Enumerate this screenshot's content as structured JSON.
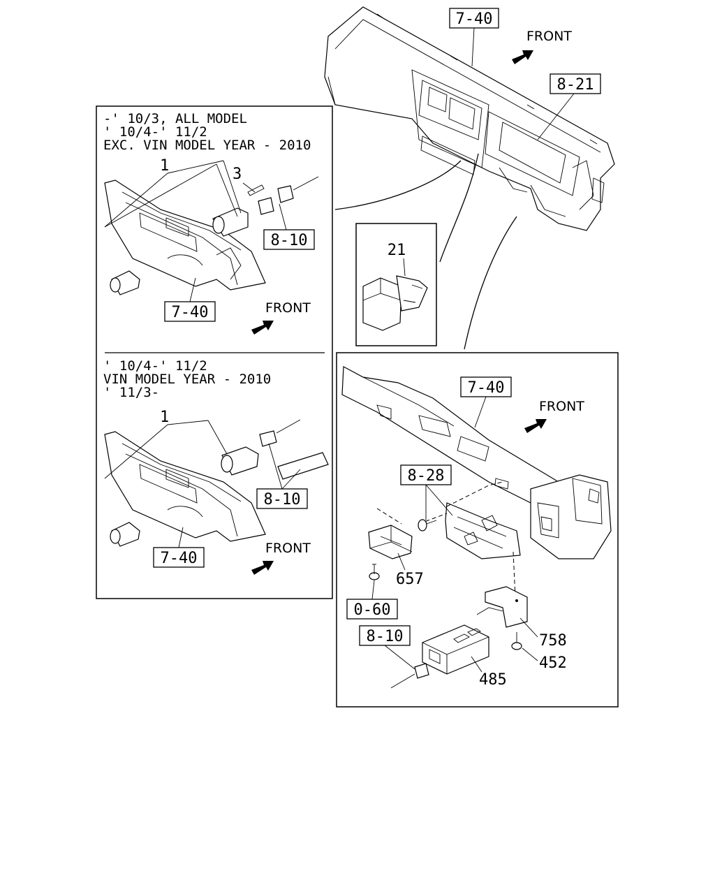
{
  "notes": {
    "upper_line1": "-' 10/3, ALL MODEL",
    "upper_line2": "' 10/4-' 11/2",
    "upper_line3": "EXC. VIN MODEL YEAR - 2010",
    "lower_line1": "' 10/4-' 11/2",
    "lower_line2": "VIN MODEL YEAR - 2010",
    "lower_line3": "' 11/3-"
  },
  "front": {
    "main": "FRONT",
    "upper": "FRONT",
    "lower": "FRONT",
    "right": "FRONT"
  },
  "refs": {
    "top_740": "7-40",
    "top_821": "8-21",
    "upper_810": "8-10",
    "upper_740": "7-40",
    "lower_810": "8-10",
    "lower_740": "7-40",
    "right_740": "7-40",
    "right_828": "8-28",
    "right_060": "0-60",
    "right_810": "8-10"
  },
  "parts": {
    "upper_1": "1",
    "upper_3": "3",
    "lower_1": "1",
    "p21": "21",
    "p657": "657",
    "p758": "758",
    "p452": "452",
    "p485": "485"
  }
}
